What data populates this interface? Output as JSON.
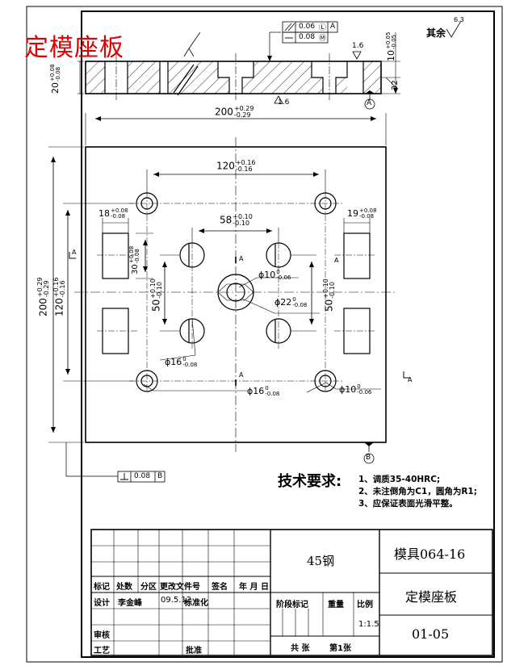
{
  "title_red": "定模座板",
  "surface_finish_note": "其余",
  "surface_finish_value": "6.3",
  "gdt": {
    "parallel_value": "0.06",
    "parallel_datum": "A",
    "flatness_value": "0.08",
    "perp_value": "0.08",
    "perp_datum": "B"
  },
  "datums": {
    "a": "A",
    "b": "B"
  },
  "section_labels": {
    "a1": "A",
    "a2": "A",
    "a3": "A",
    "a4": "A",
    "a5": "A"
  },
  "dims": {
    "thickness_base": "20",
    "thickness_tol_up": "+0.08",
    "thickness_tol_lo": "-0.08",
    "right_h_base": "10",
    "right_h_tol_up": "+0.05",
    "right_h_tol_lo": "-0.05",
    "right_small": "32",
    "rough_top": "1.6",
    "rough_bottom": "1.6",
    "width_base": "200",
    "width_tol_up": "+0.29",
    "width_tol_lo": "-0.29",
    "height_base": "200",
    "height_tol_up": "+0.29",
    "height_tol_lo": "-0.29",
    "pitch_x_base": "120",
    "pitch_x_tol_up": "+0.16",
    "pitch_x_tol_lo": "-0.16",
    "pitch_y_base": "120",
    "pitch_y_tol_up": "+0.16",
    "pitch_y_tol_lo": "-0.16",
    "hole_x_base": "58",
    "hole_x_tol_up": "+0.10",
    "hole_x_tol_lo": "-0.10",
    "hole_y_left_base": "50",
    "hole_y_left_tol_up": "+0.10",
    "hole_y_left_tol_lo": "-0.10",
    "hole_y_right_base": "50",
    "hole_y_right_tol_up": "+0.10",
    "hole_y_right_tol_lo": "-0.10",
    "slot_w_base": "18",
    "slot_w_tol_up": "+0.08",
    "slot_w_tol_lo": "-0.08",
    "slot_w2_base": "19",
    "slot_w2_tol_up": "+0.08",
    "slot_w2_tol_lo": "-0.08",
    "slot_h_base": "30",
    "slot_h_tol_up": "+0.08",
    "slot_h_tol_lo": "-0.08",
    "dia10_a_base": "ϕ10",
    "dia10_a_up": "0",
    "dia10_a_lo": "-0.06",
    "dia22_base": "ϕ22",
    "dia22_up": "0",
    "dia22_lo": "-0.08",
    "dia16_a_base": "ϕ16",
    "dia16_a_up": "0",
    "dia16_a_lo": "-0.08",
    "dia16_b_base": "ϕ16",
    "dia16_b_up": "0",
    "dia16_b_lo": "-0.08",
    "dia10_b_base": "ϕ10",
    "dia10_b_up": "0",
    "dia10_b_lo": "-0.06"
  },
  "requirements": {
    "heading": "技术要求:",
    "items": [
      "1、调质35-40HRC;",
      "2、未注倒角为C1，圆角为R1;",
      "3、应保证表面光滑平整。"
    ]
  },
  "title_block": {
    "material": "45钢",
    "drawing_code": "模具064-16",
    "part_name": "定模座板",
    "drawing_no": "01-05",
    "scale": "1:1.5",
    "labels": {
      "mark": "标记",
      "count": "处数",
      "zone": "分区",
      "change_doc": "更改文件号",
      "sign": "签名",
      "date": "年 月 日",
      "design": "设计",
      "designer": "李金峰",
      "design_date": "09.5.12",
      "standardize": "标准化",
      "stage_mark": "阶段标记",
      "weight": "重量",
      "scale": "比例",
      "review": "审核",
      "process": "工艺",
      "approve": "批准",
      "total": "共 张",
      "sheet": "第1张"
    }
  }
}
